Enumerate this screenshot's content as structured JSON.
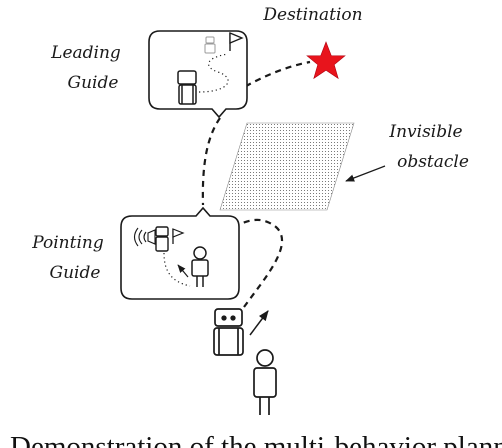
{
  "labels": {
    "destination": "Destination",
    "leading_line1": "Leading",
    "leading_line2": "Guide",
    "invisible_line1": "Invisible",
    "invisible_line2": "obstacle",
    "pointing_line1": "Pointing",
    "pointing_line2": "Guide"
  },
  "caption": {
    "text": "Demonstration of the multi-behavior planning"
  },
  "colors": {
    "star": "#e8141c",
    "ink": "#1a1a1a"
  },
  "icons": [
    "star-icon",
    "robot-icon",
    "person-icon",
    "flag-icon",
    "speaker-icon"
  ]
}
